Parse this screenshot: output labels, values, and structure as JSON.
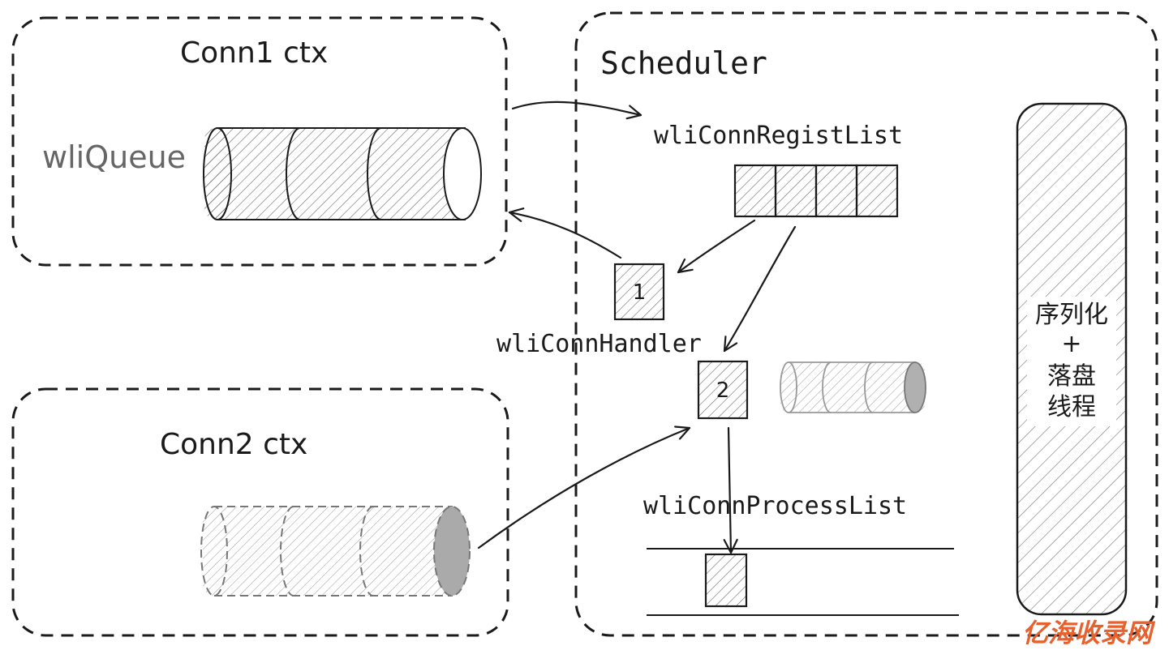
{
  "conn1": {
    "title": "Conn1 ctx",
    "queue_label": "wliQueue"
  },
  "conn2": {
    "title": "Conn2 ctx"
  },
  "scheduler": {
    "title": "Scheduler",
    "regist_list_label": "wliConnRegistList",
    "handler_label": "wliConnHandler",
    "process_list_label": "wliConnProcessList",
    "box_1": "1",
    "box_2": "2",
    "thread_line1": "序列化",
    "thread_line2": "+",
    "thread_line3": "落盘",
    "thread_line4": "线程"
  },
  "watermark": "亿海收录网",
  "colors": {
    "stroke": "#1a1a1a",
    "hatch": "#555555",
    "watermark": "#e8602c",
    "cap_fill": "#b0b0b0"
  }
}
